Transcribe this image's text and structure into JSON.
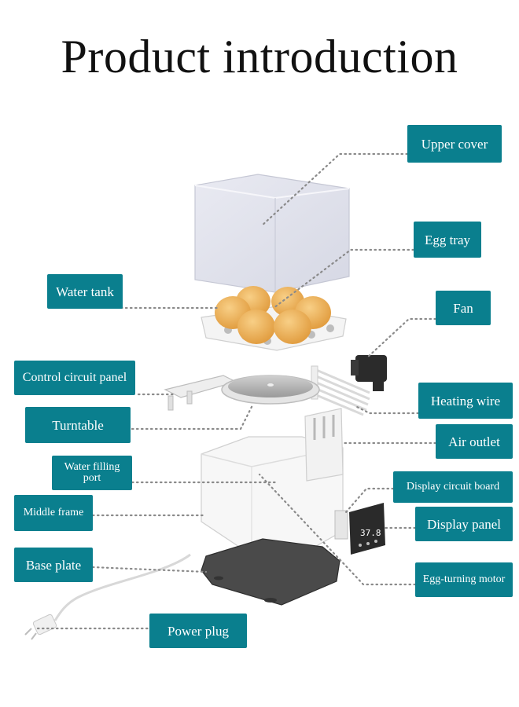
{
  "title": "Product introduction",
  "labels": {
    "upper_cover": "Upper cover",
    "egg_tray": "Egg tray",
    "fan": "Fan",
    "water_tank": "Water tank",
    "control_circuit_panel": "Control circuit panel",
    "heating_wire": "Heating wire",
    "turntable": "Turntable",
    "air_outlet": "Air outlet",
    "water_filling_port": "Water filling port",
    "display_circuit_board": "Display circuit board",
    "middle_frame": "Middle frame",
    "display_panel": "Display panel",
    "base_plate": "Base plate",
    "egg_turning_motor": "Egg-turning motor",
    "power_plug": "Power plug"
  },
  "display_reading": "37.8",
  "colors": {
    "label_bg": "#0a7f8e",
    "label_text": "#ffffff",
    "egg": "#f2b25a",
    "leader_line": "#8a8a8a"
  }
}
